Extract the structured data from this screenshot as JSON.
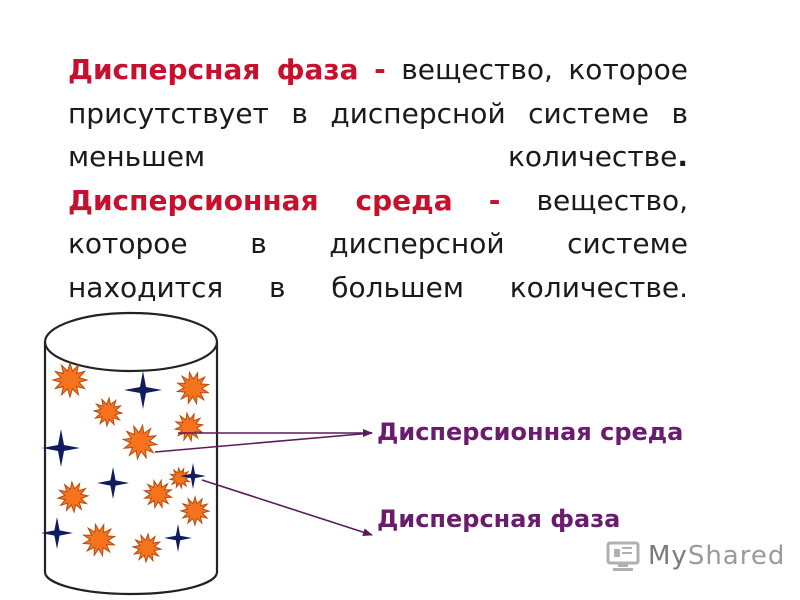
{
  "definitions": {
    "phase_term": "Дисперсная фаза",
    "dash": "-",
    "phase_line1_rest": "вещество, которое",
    "phase_line2": "присутствует в дисперсной системе в",
    "phase_line3_a": "меньшем",
    "phase_line3_b": "количестве",
    "period": ".",
    "medium_term": "Дисперсионная среда",
    "medium_line4_rest": "вещество,",
    "medium_line5": "которое в дисперсной системе",
    "medium_line6": "находится в большем количестве."
  },
  "diagram": {
    "label_medium": "Дисперсионная среда",
    "label_phase": "Дисперсная фаза",
    "colors": {
      "star_orange": "#f5731c",
      "star_outline": "#b84a10",
      "cross_navy": "#0f1d5e",
      "arrow": "#5b1a5e",
      "label": "#6a1b6e"
    }
  },
  "watermark": {
    "text_my": "My",
    "text_rest": "Shared",
    "icon": "monitor-icon"
  }
}
